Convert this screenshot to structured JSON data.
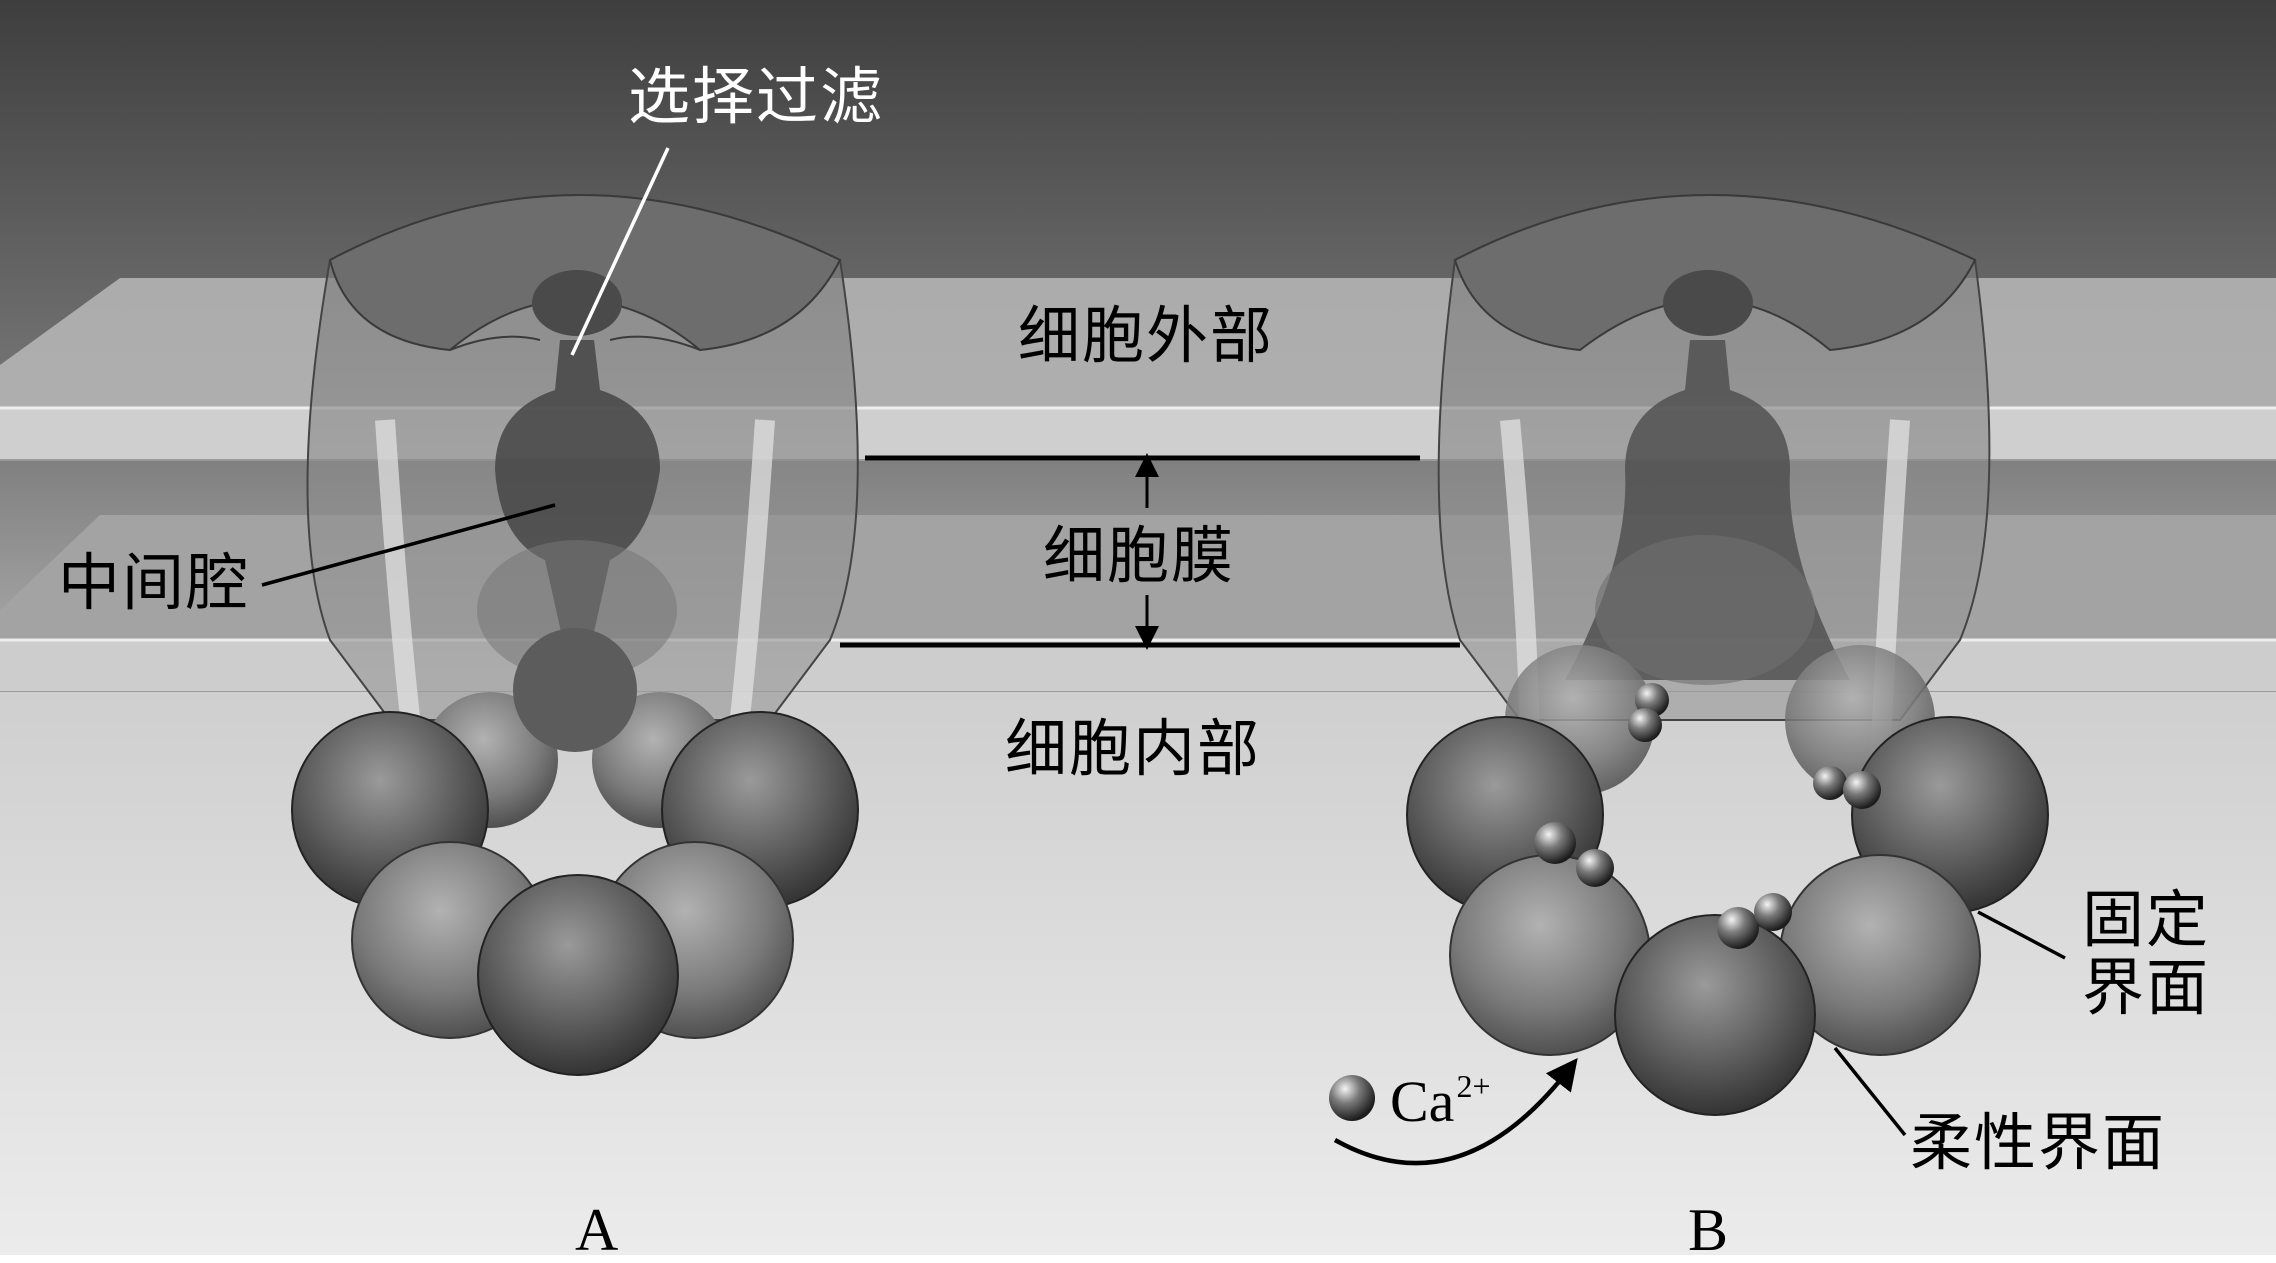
{
  "labels": {
    "selectivity_filter": "选择过滤",
    "central_cavity": "中间腔",
    "extracellular": "细胞外部",
    "membrane": "细胞膜",
    "intracellular": "细胞内部",
    "fixed_interface_line1": "固定",
    "fixed_interface_line2": "界面",
    "flexible_interface": "柔性界面",
    "ion_symbol": "Ca",
    "ion_charge": "2+",
    "panel_a": "A",
    "panel_b": "B"
  },
  "colors": {
    "background_top": "#4a4a4a",
    "membrane_slab": "#c9c9c9",
    "floor": "#e2e2e2",
    "channel_body": "#8a8a8a",
    "subunit_sphere": "#5a5a5a",
    "ion": "#3a3a3a",
    "leader_line": "#000000"
  }
}
